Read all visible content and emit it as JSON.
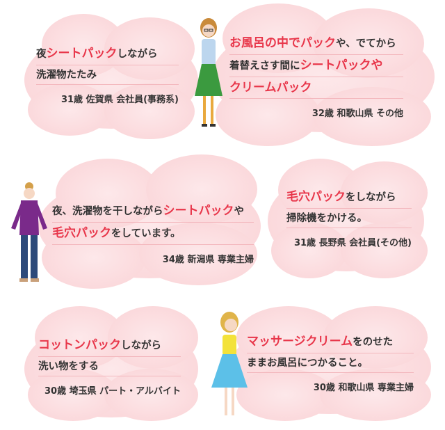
{
  "cards": [
    {
      "id": "c1",
      "lines": [
        [
          {
            "t": "夜"
          },
          {
            "t": "シートパック",
            "hl": true
          },
          {
            "t": "しながら"
          }
        ],
        [
          {
            "t": "洗濯物たたみ"
          }
        ]
      ],
      "meta": "31歳 佐賀県 会社員(事務系)"
    },
    {
      "id": "c2",
      "lines": [
        [
          {
            "t": "お風呂の中でパック",
            "hl": true
          },
          {
            "t": "や、でてから"
          }
        ],
        [
          {
            "t": "着替えさす間に"
          },
          {
            "t": "シートパックや",
            "hl": true
          }
        ],
        [
          {
            "t": "クリームパック",
            "hl": true
          }
        ]
      ],
      "meta": "32歳 和歌山県 その他"
    },
    {
      "id": "c3",
      "lines": [
        [
          {
            "t": "夜、洗濯物を干しながら"
          },
          {
            "t": "シートパック",
            "hl": true
          },
          {
            "t": "や"
          }
        ],
        [
          {
            "t": "毛穴パック",
            "hl": true
          },
          {
            "t": "をしています。"
          }
        ]
      ],
      "meta": "34歳 新潟県 専業主婦"
    },
    {
      "id": "c4",
      "lines": [
        [
          {
            "t": "毛穴パック",
            "hl": true
          },
          {
            "t": "をしながら"
          }
        ],
        [
          {
            "t": "掃除機をかける。"
          }
        ]
      ],
      "meta": "31歳 長野県 会社員(その他)"
    },
    {
      "id": "c5",
      "lines": [
        [
          {
            "t": "コットンパック",
            "hl": true
          },
          {
            "t": "しながら"
          }
        ],
        [
          {
            "t": "洗い物をする"
          }
        ]
      ],
      "meta": "30歳 埼玉県 パート・アルバイト"
    },
    {
      "id": "c6",
      "lines": [
        [
          {
            "t": "マッサージクリーム",
            "hl": true
          },
          {
            "t": "をのせた"
          }
        ],
        [
          {
            "t": "ままお風呂につかること。"
          }
        ]
      ],
      "meta": "30歳 和歌山県 専業主婦"
    }
  ],
  "colors": {
    "accent": "#e8364a",
    "cloud": "#fbd9dc",
    "text": "#333333",
    "rule": "#f3b7bd"
  }
}
